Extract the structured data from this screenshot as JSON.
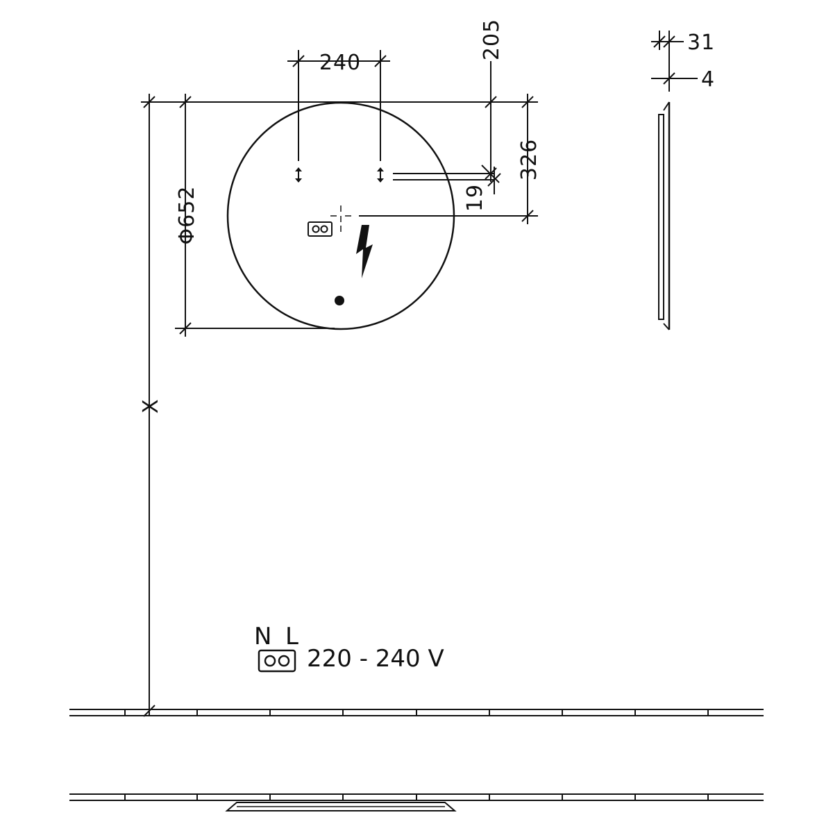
{
  "dimensions": {
    "hole_spacing": "240",
    "top_to_holes": "205",
    "top_to_center": "326",
    "holes_to_slot": "19",
    "diameter": "Φ652",
    "mount_height": "X",
    "depth_total": "31",
    "depth_glass": "4"
  },
  "power": {
    "neutral_label": "N",
    "live_label": "L",
    "voltage": "220 - 240 V"
  },
  "colors": {
    "line": "#111111",
    "background": "#ffffff"
  },
  "icons": {
    "electric": "lightning-bolt-icon",
    "socket": "socket-icon"
  }
}
